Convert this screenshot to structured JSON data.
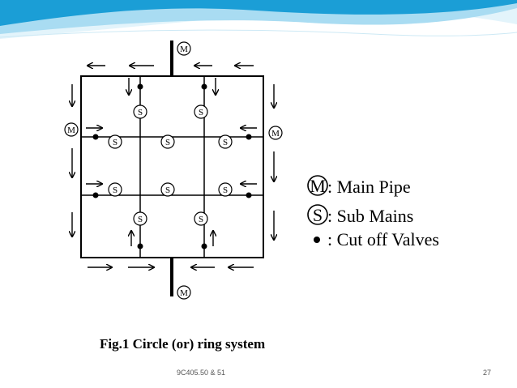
{
  "legend": {
    "main_symbol": "M",
    "main_label": ": Main Pipe",
    "sub_symbol": "S",
    "sub_label": ": Sub Mains",
    "valve_label": ": Cut off Valves"
  },
  "caption": "Fig.1 Circle (or) ring system",
  "footer": {
    "course_code": "9C405.50 & 51",
    "page_number": "27"
  },
  "colors": {
    "wave_dark": "#1b9ed6",
    "wave_light": "#a9dcf2",
    "line": "#000000"
  }
}
